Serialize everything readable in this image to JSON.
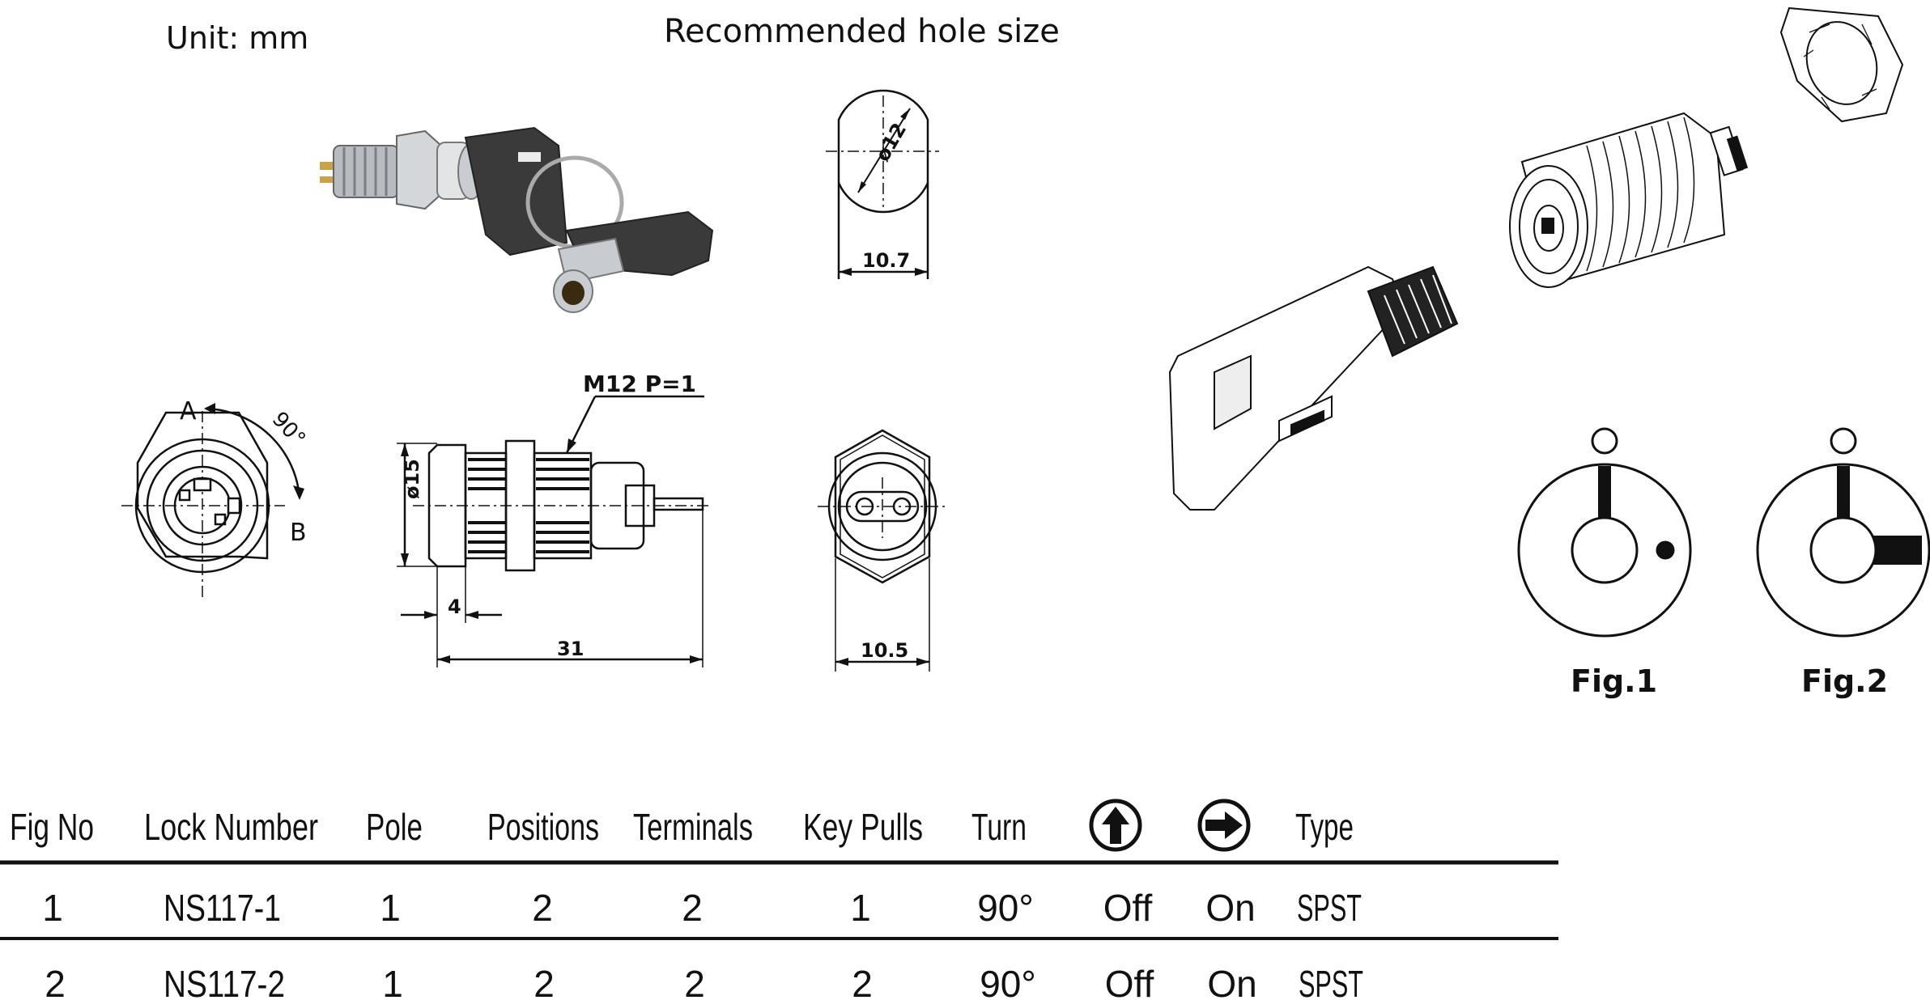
{
  "header": {
    "unit_label": "Unit:  mm",
    "hole_title": "Recommended  hole  size"
  },
  "dims": {
    "hole_diameter": "ø12",
    "hole_flat_width": "10.7",
    "thread_spec": "M12  P=1",
    "body_diameter": "ø15",
    "flange_thickness": "4",
    "overall_length": "31",
    "hex_flat_width": "10.5",
    "front_pos_a": "A",
    "front_pos_b": "B",
    "rotation_angle": "90°"
  },
  "figures": {
    "fig1_caption": "Fig.1",
    "fig2_caption": "Fig.2"
  },
  "table": {
    "headers": [
      "Fig No",
      "Lock Number",
      "Pole",
      "Positions",
      "Terminals",
      "Key Pulls",
      "Turn",
      "",
      "",
      "Type"
    ],
    "header_icons": [
      "up-arrow-icon",
      "right-arrow-icon"
    ],
    "rows": [
      [
        "1",
        "NS117-1",
        "1",
        "2",
        "2",
        "1",
        "90°",
        "Off",
        "On",
        "SPST"
      ],
      [
        "2",
        "NS117-2",
        "1",
        "2",
        "2",
        "2",
        "90°",
        "Off",
        "On",
        "SPST"
      ]
    ]
  }
}
